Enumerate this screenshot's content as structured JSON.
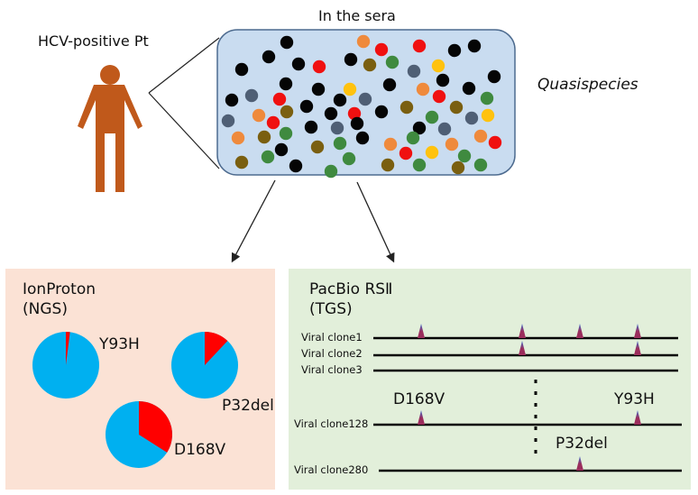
{
  "top": {
    "patient_label": "HCV-positive Pt",
    "sera_label": "In the sera",
    "quasispecies_label": "Quasispecies",
    "colors": {
      "person": "#c0591b",
      "sera_fill": "#c9dcf0",
      "sera_border": "#4d6b8f"
    },
    "dot_colors": {
      "black": "#050505",
      "red": "#f01010",
      "orange": "#ef8a3c",
      "yellow": "#ffc20e",
      "slate": "#4f5f75",
      "olive": "#7a5f10",
      "green": "#3f8a3f"
    }
  },
  "ngs_panel": {
    "title_line1": "IonProton",
    "title_line2": "(NGS)",
    "background": "#fbe2d5",
    "pie_colors": {
      "main": "#00b0f0",
      "variant": "#ff0000"
    },
    "pies": [
      {
        "label": "Y93H",
        "variant_fraction": 0.02
      },
      {
        "label": "P32del",
        "variant_fraction": 0.12
      },
      {
        "label": "D168V",
        "variant_fraction": 0.34
      }
    ]
  },
  "tgs_panel": {
    "title_line1": "PacBio  RSⅡ",
    "title_line2": "(TGS)",
    "background": "#e2efda",
    "clones": [
      {
        "label": "Viral clone1"
      },
      {
        "label": "Viral clone2"
      },
      {
        "label": "Viral clone3"
      },
      {
        "label": "Viral clone128"
      },
      {
        "label": "Viral clone280"
      }
    ],
    "mutation_labels": {
      "d168v": "D168V",
      "y93h": "Y93H",
      "p32del": "P32del"
    },
    "marker_colors": {
      "top": "#9b2d5c",
      "bottom": "#3f6fd0"
    }
  }
}
